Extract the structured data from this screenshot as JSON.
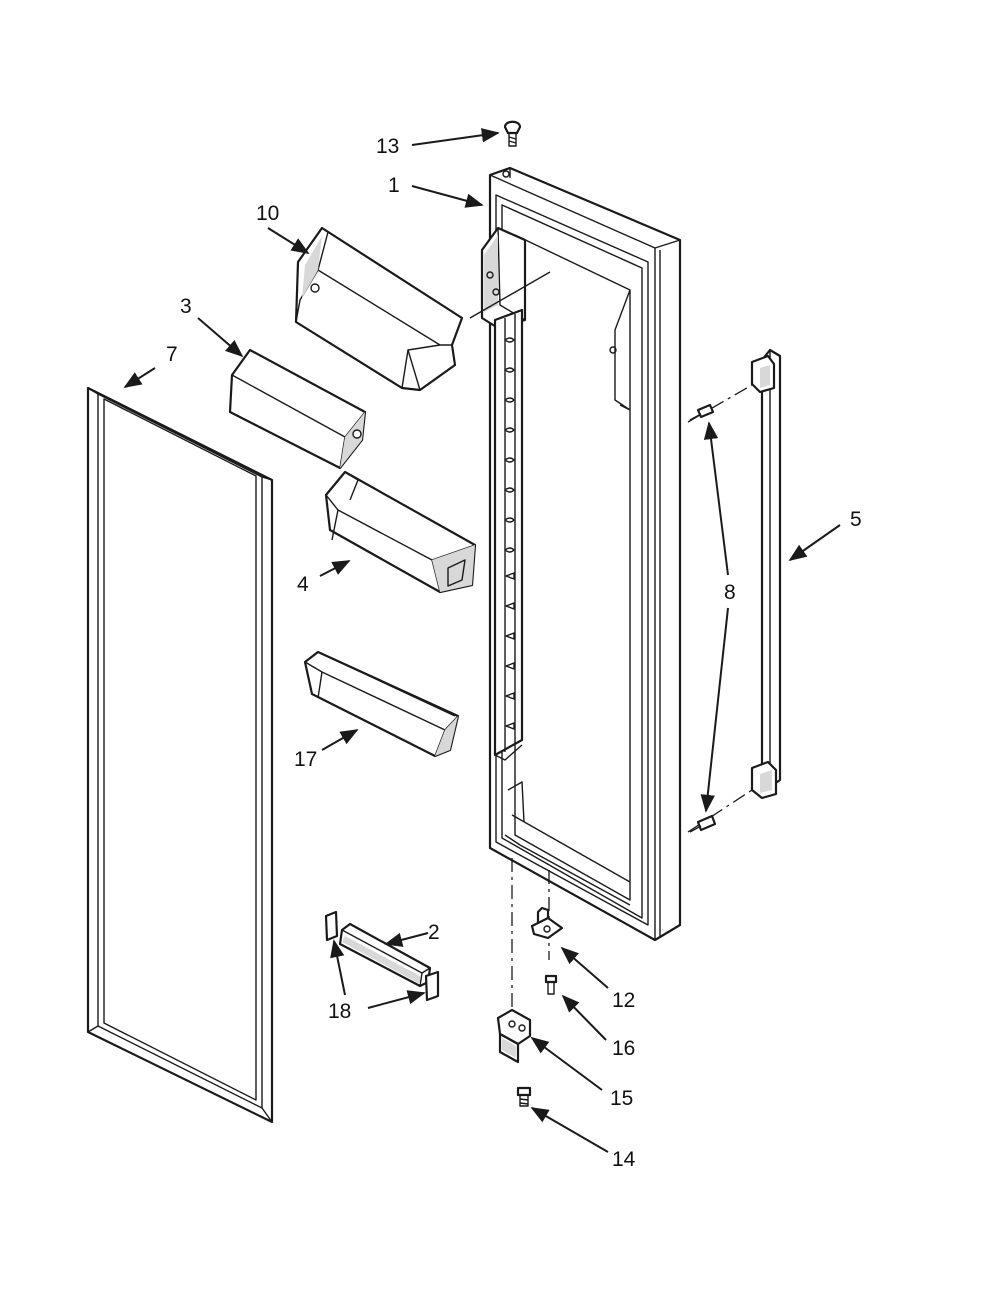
{
  "callouts": {
    "c1": "1",
    "c2": "2",
    "c3": "3",
    "c4": "4",
    "c5": "5",
    "c7": "7",
    "c8": "8",
    "c10": "10",
    "c12": "12",
    "c13": "13",
    "c14": "14",
    "c15": "15",
    "c16": "16",
    "c17": "17",
    "c18": "18"
  },
  "colors": {
    "line": "#1a1a1a",
    "background": "#ffffff",
    "shade": "#d8d8d8"
  }
}
